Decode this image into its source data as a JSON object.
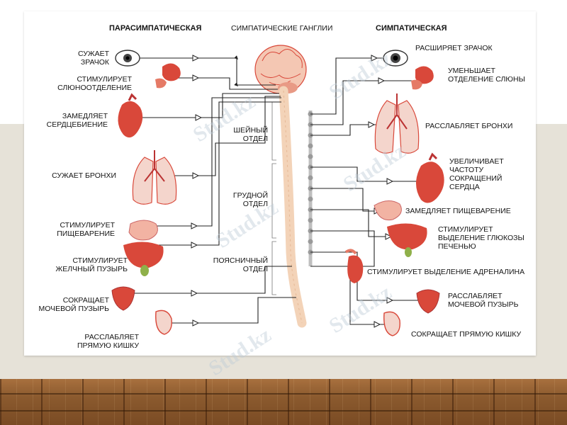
{
  "headers": {
    "left": "ПАРАСИМПАТИЧЕСКАЯ",
    "center": "СИМПАТИЧЕСКИЕ ГАНГЛИИ",
    "right": "СИМПАТИЧЕСКАЯ"
  },
  "spine_sections": {
    "cervical": "ШЕЙНЫЙ\nОТДЕЛ",
    "thoracic": "ГРУДНОЙ\nОТДЕЛ",
    "lumbar": "ПОЯСНИЧНЫЙ\nОТДЕЛ"
  },
  "parasympathetic": [
    "СУЖАЕТ\nЗРАЧОК",
    "СТИМУЛИРУЕТ\nСЛЮНООТДЕЛЕНИЕ",
    "ЗАМЕДЛЯЕТ\nСЕРДЦЕБИЕНИЕ",
    "СУЖАЕТ БРОНХИ",
    "СТИМУЛИРУЕТ\nПИЩЕВАРЕНИЕ",
    "СТИМУЛИРУЕТ\nЖЕЛЧНЫЙ ПУЗЫРЬ",
    "СОКРАЩАЕТ\nМОЧЕВОЙ ПУЗЫРЬ",
    "РАССЛАБЛЯЕТ\nПРЯМУЮ КИШКУ"
  ],
  "sympathetic": [
    "РАСШИРЯЕТ ЗРАЧОК",
    "УМЕНЬШАЕТ\nОТДЕЛЕНИЕ СЛЮНЫ",
    "РАССЛАБЛЯЕТ БРОНХИ",
    "УВЕЛИЧИВАЕТ\nЧАСТОТУ\nСОКРАЩЕНИЙ\nСЕРДЦА",
    "ЗАМЕДЛЯЕТ ПИЩЕВАРЕНИЕ",
    "СТИМУЛИРУЕТ\nВЫДЕЛЕНИЕ ГЛЮКОЗЫ\nПЕЧЕНЬЮ",
    "СТИМУЛИРУЕТ ВЫДЕЛЕНИЕ АДРЕНАЛИНА",
    "РАССЛАБЛЯЕТ\nМОЧЕВОЙ ПУЗЫРЬ",
    "СОКРАЩАЕТ ПРЯМУЮ КИШКУ"
  ],
  "watermarks": [
    "Stud.kz",
    "Stud.kz",
    "Stud.kz",
    "Stud.kz",
    "Stud.kz",
    "Stud.kz"
  ],
  "colors": {
    "organ": "#d9483a",
    "organ_light": "#f2b3a3",
    "brain": "#f4c7b3",
    "spine": "#f3d3b8",
    "ganglia": "#9a9a9a",
    "nerve": "#222222"
  }
}
